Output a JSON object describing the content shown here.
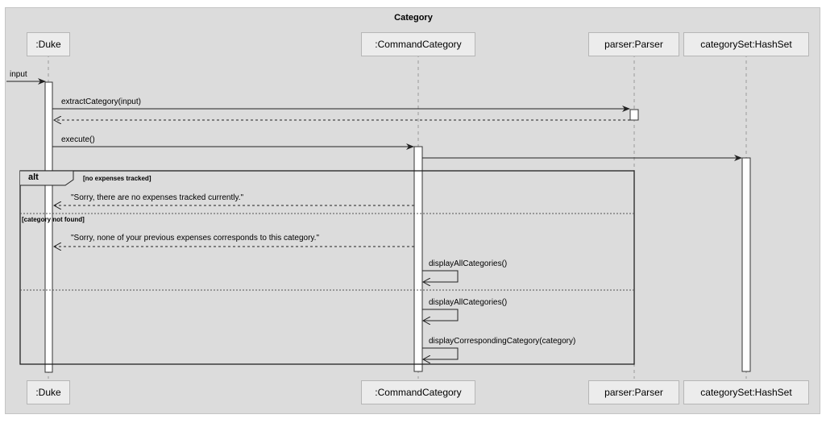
{
  "title": "Category",
  "participants": {
    "duke": ":Duke",
    "command": ":CommandCategory",
    "parser": "parser:Parser",
    "hashset": "categorySet:HashSet"
  },
  "messages": {
    "input": "input",
    "extract": "extractCategory(input)",
    "execute": "execute()",
    "sorry_none": "\"Sorry, there are no expenses tracked currently.\"",
    "sorry_not_found": "\"Sorry, none of your previous expenses corresponds to this category.\"",
    "display_all_1": "displayAllCategories()",
    "display_all_2": "displayAllCategories()",
    "display_corresponding": "displayCorrespondingCategory(category)"
  },
  "alt": {
    "keyword": "alt",
    "guard_1": "[no expenses tracked]",
    "guard_2": "[category not found]"
  }
}
